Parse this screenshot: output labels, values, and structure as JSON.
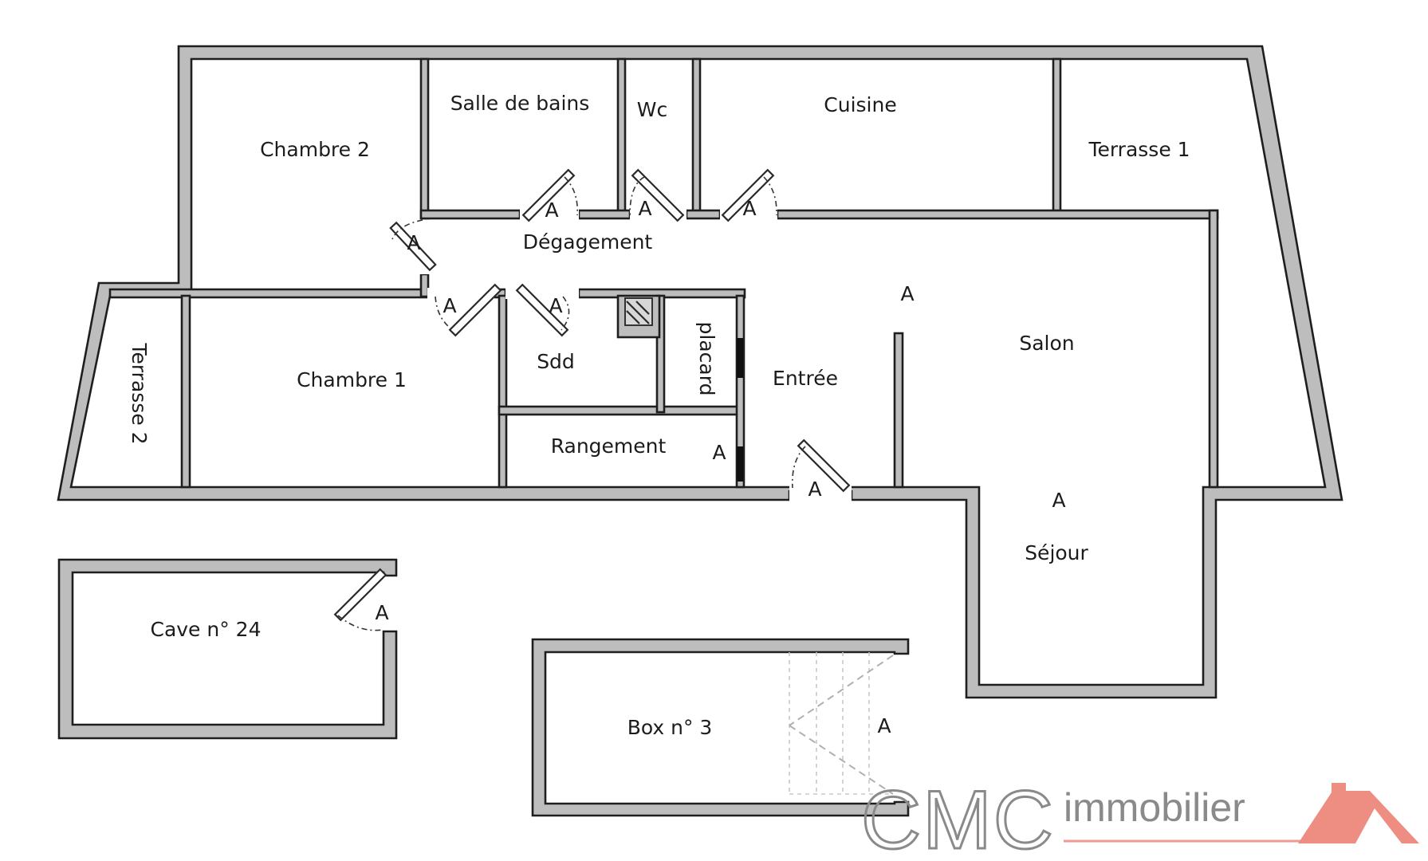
{
  "rooms": {
    "chambre2": "Chambre 2",
    "salle_de_bains": "Salle de bains",
    "wc": "Wc",
    "cuisine": "Cuisine",
    "terrasse1": "Terrasse 1",
    "degagement": "Dégagement",
    "chambre1": "Chambre 1",
    "terrasse2": "Terrasse 2",
    "sdd": "Sdd",
    "placard": "placard",
    "entree": "Entrée",
    "salon": "Salon",
    "rangement": "Rangement",
    "sejour": "Séjour",
    "cave": "Cave n° 24",
    "box": "Box n° 3"
  },
  "door_marker": "A",
  "logo": {
    "brand": "CMC",
    "suffix": "immobilier",
    "colors": {
      "text": "#8a8a8a",
      "accent": "#ee8e83"
    }
  },
  "colors": {
    "wall_fill": "#bdbdbd",
    "wall_stroke": "#1e1e1e"
  }
}
